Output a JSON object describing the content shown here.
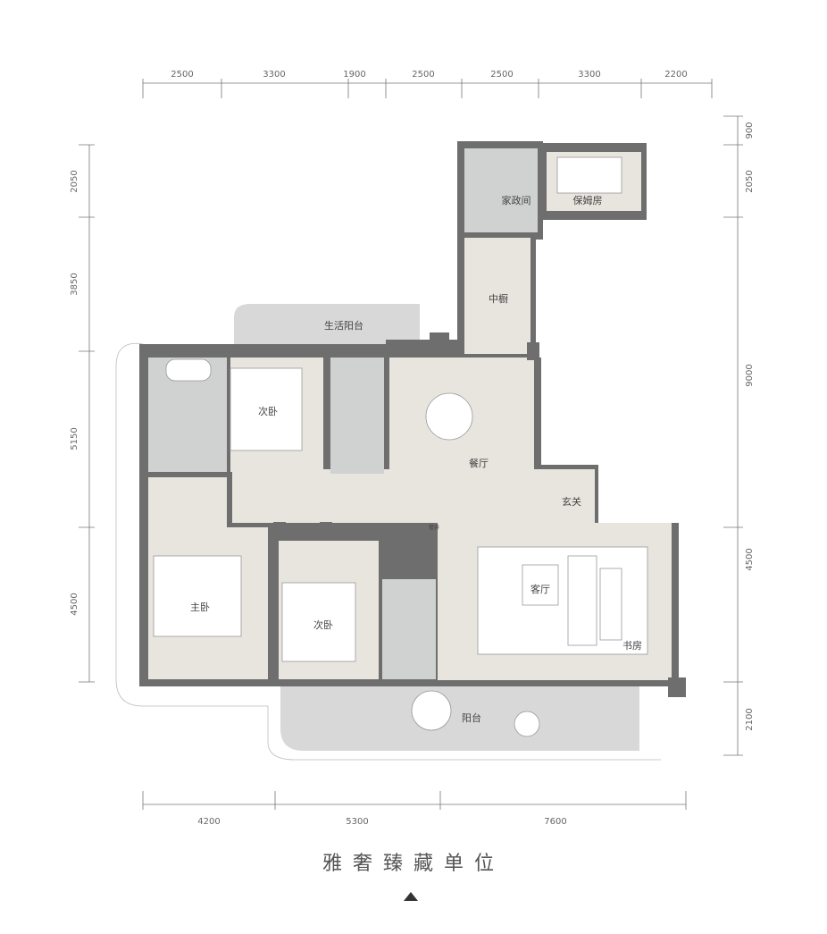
{
  "dimensions": {
    "top": [
      "2500",
      "3300",
      "1900",
      "2500",
      "2500",
      "3300",
      "2200"
    ],
    "bottom": [
      "4200",
      "5300",
      "7600"
    ],
    "left": [
      "2050",
      "3850",
      "5150",
      "4500"
    ],
    "right": [
      "900",
      "2050",
      "9000",
      "4500",
      "2100"
    ]
  },
  "rooms": {
    "housekeeping": "家政间",
    "nanny_room": "保姆房",
    "kitchen": "中橱",
    "service_balcony": "生活阳台",
    "bedroom_2a": "次卧",
    "dining": "餐厅",
    "foyer": "玄关",
    "master_bedroom": "主卧",
    "bedroom_2b": "次卧",
    "living_room": "客厅",
    "study": "书房",
    "balcony": "阳台",
    "shaft": "管井"
  },
  "title": "雅奢臻藏单位",
  "colors": {
    "wall": "#6e6e6e",
    "floor": "#e8e5df",
    "wet": "#cfd2d0",
    "balcony": "#d8d8d8"
  }
}
